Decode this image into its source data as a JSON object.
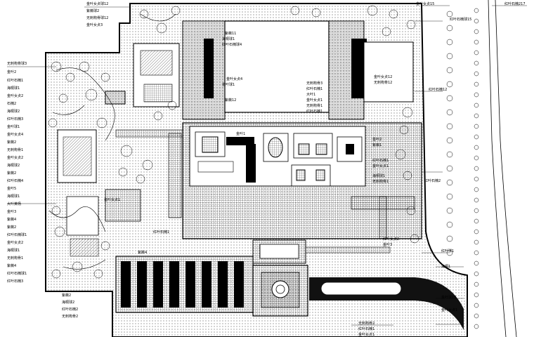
{
  "labels": {
    "top_left": [
      "金叶女贞球12",
      "紫薇球2",
      "无刺枸骨球12",
      "金叶女贞3"
    ],
    "left_column": [
      "无刺枸骨球3",
      "金叶2",
      "红叶石楠1",
      "海桐球1",
      "金叶女贞2",
      "石楠2",
      "海桐球2",
      "红叶石楠3",
      "金叶球1",
      "金叶女贞4",
      "紫薇2",
      "无刺枸骨1",
      "金叶女贞2",
      "海桐球2",
      "紫薇2",
      "红叶石楠4",
      "金叶5",
      "海桐球1",
      "大叶黄杨",
      "金叶3"
    ],
    "left_lower": [
      "紫薇4",
      "紫薇2",
      "红叶石楠球1",
      "金叶女贞2",
      "海桐球1",
      "无刺枸骨1",
      "紫薇4",
      "红叶石楠球1",
      "红叶石楠3"
    ],
    "bottom_left": [
      "紫薇2",
      "海桐球2",
      "红叶石楠2",
      "无刺枸骨2"
    ],
    "center_top": [
      "紫薇11",
      "海桐球1",
      "红叶石楠球4"
    ],
    "center_mid": [
      "金叶女贞4",
      "金叶球1",
      "紫薇12"
    ],
    "center_right": [
      "无刺枸骨3",
      "红叶石楠1",
      "大叶1",
      "金叶女贞1",
      "无刺枸骨1",
      "红叶石楠1"
    ],
    "right_top": [
      "金叶女贞15",
      "红叶石楠球15"
    ],
    "right_upper": [
      "金叶女贞12",
      "无刺枸骨12",
      "红叶石楠12"
    ],
    "right_mid": [
      "金叶2",
      "紫薇1",
      "红叶石楠1",
      "金叶女贞1",
      "海桐球1",
      "无刺枸骨1",
      "红叶石楠2"
    ],
    "right_lower": [
      "红叶女贞2",
      "金叶3",
      "红叶球1",
      "海桐1"
    ],
    "right_bottom": [
      "金叶球15",
      "金叶女贞1"
    ],
    "bottom_center": [
      "无刺枸骨2",
      "红叶石楠1",
      "金叶女贞1"
    ],
    "center_block": [
      "金叶1",
      "红叶石楠1"
    ],
    "left_inner": [
      "紫薇4",
      "金叶女贞1"
    ],
    "right_edge": [
      "红叶石楠217"
    ]
  }
}
